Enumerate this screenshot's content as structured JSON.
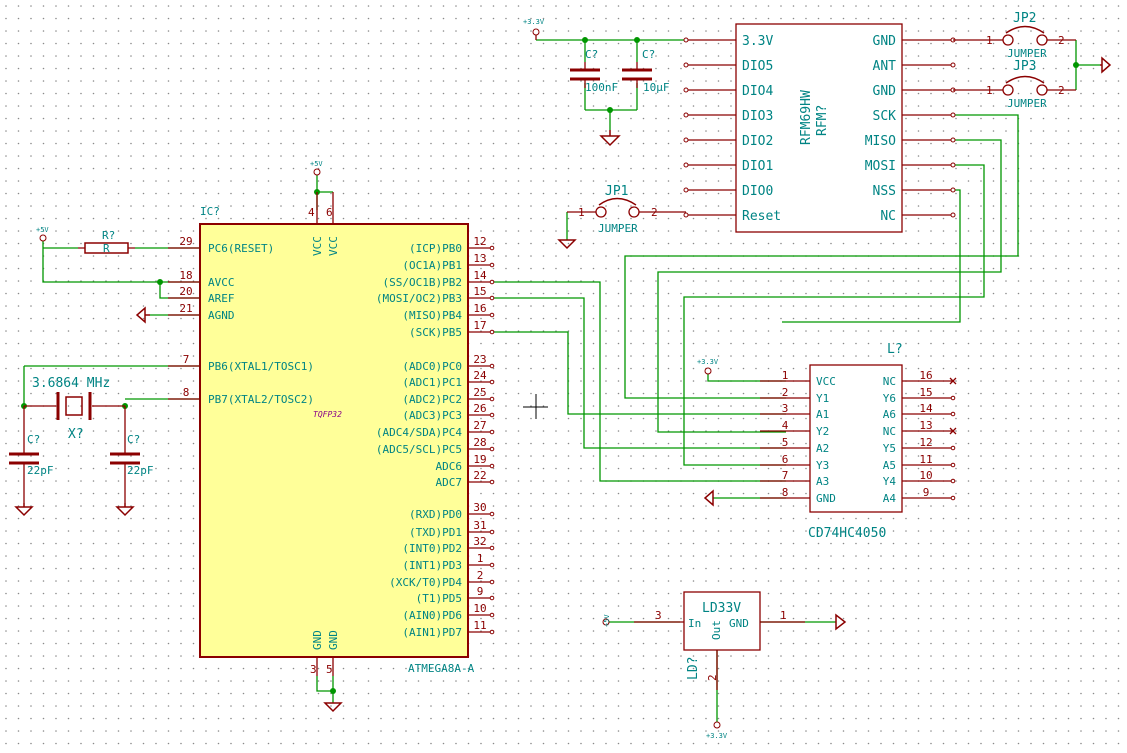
{
  "power": {
    "v5": "+5V",
    "v33": "+3.3V"
  },
  "mcu": {
    "ref": "IC?",
    "value": "ATMEGA8A-A",
    "package": "TQFP32",
    "top_pins": [
      {
        "num": "4",
        "name": "VCC"
      },
      {
        "num": "6",
        "name": "VCC"
      }
    ],
    "bottom_pins": [
      {
        "num": "3",
        "name": "GND"
      },
      {
        "num": "5",
        "name": "GND"
      }
    ],
    "left_pins": [
      {
        "num": "29",
        "name": "PC6(RESET)"
      },
      {
        "num": "18",
        "name": "AVCC"
      },
      {
        "num": "20",
        "name": "AREF"
      },
      {
        "num": "21",
        "name": "AGND"
      },
      {
        "num": "7",
        "name": "PB6(XTAL1/TOSC1)"
      },
      {
        "num": "8",
        "name": "PB7(XTAL2/TOSC2)"
      }
    ],
    "right_pins": [
      {
        "num": "12",
        "name": "(ICP)PB0"
      },
      {
        "num": "13",
        "name": "(OC1A)PB1"
      },
      {
        "num": "14",
        "name": "(SS/OC1B)PB2"
      },
      {
        "num": "15",
        "name": "(MOSI/OC2)PB3"
      },
      {
        "num": "16",
        "name": "(MISO)PB4"
      },
      {
        "num": "17",
        "name": "(SCK)PB5"
      },
      {
        "num": "23",
        "name": "(ADC0)PC0"
      },
      {
        "num": "24",
        "name": "(ADC1)PC1"
      },
      {
        "num": "25",
        "name": "(ADC2)PC2"
      },
      {
        "num": "26",
        "name": "(ADC3)PC3"
      },
      {
        "num": "27",
        "name": "(ADC4/SDA)PC4"
      },
      {
        "num": "28",
        "name": "(ADC5/SCL)PC5"
      },
      {
        "num": "19",
        "name": "ADC6"
      },
      {
        "num": "22",
        "name": "ADC7"
      },
      {
        "num": "30",
        "name": "(RXD)PD0"
      },
      {
        "num": "31",
        "name": "(TXD)PD1"
      },
      {
        "num": "32",
        "name": "(INT0)PD2"
      },
      {
        "num": "1",
        "name": "(INT1)PD3"
      },
      {
        "num": "2",
        "name": "(XCK/T0)PD4"
      },
      {
        "num": "9",
        "name": "(T1)PD5"
      },
      {
        "num": "10",
        "name": "(AIN0)PD6"
      },
      {
        "num": "11",
        "name": "(AIN1)PD7"
      }
    ]
  },
  "rfm": {
    "ref": "RFM?",
    "value": "RFM69HW",
    "left_pins": [
      "3.3V",
      "DIO5",
      "DIO4",
      "DIO3",
      "DIO2",
      "DIO1",
      "DIO0",
      "Reset"
    ],
    "right_pins": [
      "GND",
      "ANT",
      "GND",
      "SCK",
      "MISO",
      "MOSI",
      "NSS",
      "NC"
    ]
  },
  "buffer": {
    "ref": "L?",
    "value": "CD74HC4050",
    "left_pins": [
      {
        "num": "1",
        "name": "VCC"
      },
      {
        "num": "2",
        "name": "Y1"
      },
      {
        "num": "3",
        "name": "A1"
      },
      {
        "num": "4",
        "name": "Y2"
      },
      {
        "num": "5",
        "name": "A2"
      },
      {
        "num": "6",
        "name": "Y3"
      },
      {
        "num": "7",
        "name": "A3"
      },
      {
        "num": "8",
        "name": "GND"
      }
    ],
    "right_pins": [
      {
        "num": "16",
        "name": "NC"
      },
      {
        "num": "15",
        "name": "Y6"
      },
      {
        "num": "14",
        "name": "A6"
      },
      {
        "num": "13",
        "name": "NC"
      },
      {
        "num": "12",
        "name": "Y5"
      },
      {
        "num": "11",
        "name": "A5"
      },
      {
        "num": "10",
        "name": "Y4"
      },
      {
        "num": "9",
        "name": "A4"
      }
    ]
  },
  "regulator": {
    "ref": "LD?",
    "value": "LD33V",
    "pin_in": "In",
    "pin_out": "Out",
    "pin_gnd": "GND",
    "num_in": "3",
    "num_gnd": "1",
    "num_out": "2"
  },
  "jumpers": [
    {
      "ref": "JP1",
      "value": "JUMPER",
      "p1": "1",
      "p2": "2"
    },
    {
      "ref": "JP2",
      "value": "JUMPER",
      "p1": "1",
      "p2": "2"
    },
    {
      "ref": "JP3",
      "value": "JUMPER",
      "p1": "1",
      "p2": "2"
    }
  ],
  "resistor": {
    "ref": "R?",
    "value": "R"
  },
  "crystal": {
    "ref": "X?",
    "value": "3.6864 MHz"
  },
  "capacitors": [
    {
      "ref": "C?",
      "value": "100nF"
    },
    {
      "ref": "C?",
      "value": "10µF"
    },
    {
      "ref": "C?",
      "value": "22pF"
    },
    {
      "ref": "C?",
      "value": "22pF"
    }
  ]
}
